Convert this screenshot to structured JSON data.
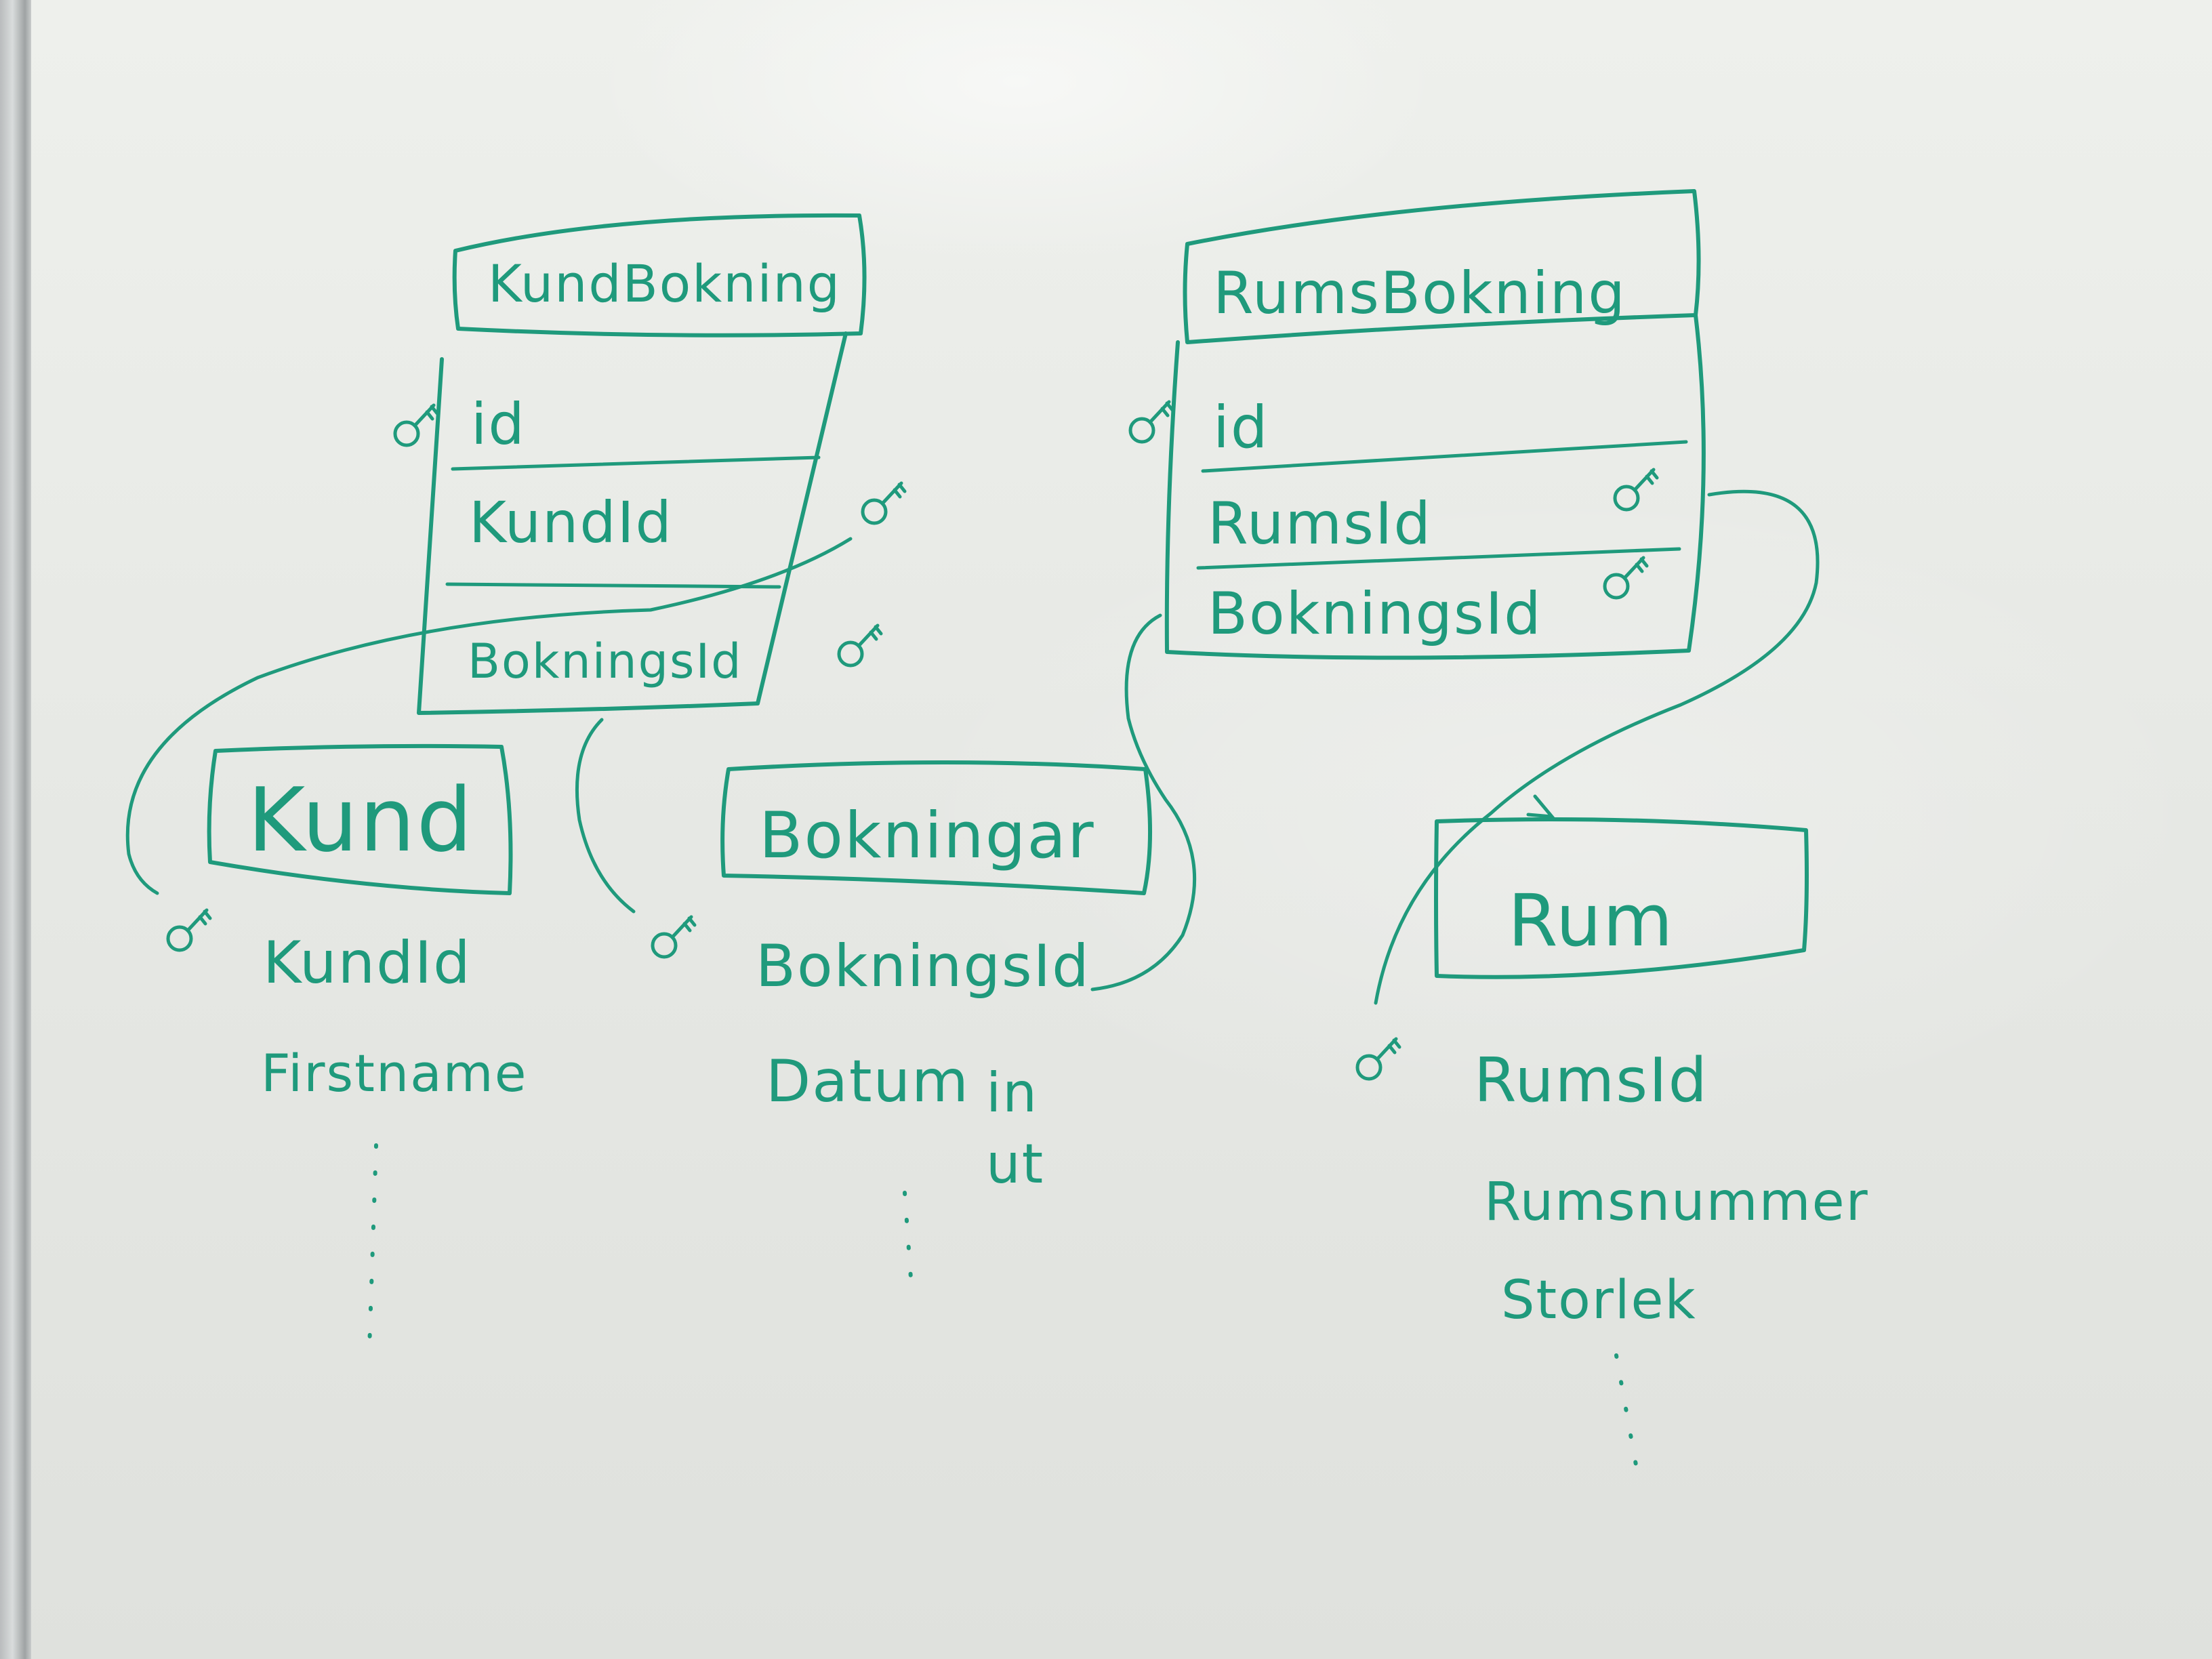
{
  "tables": {
    "kundbokning": {
      "title": "KundBokning",
      "fields": [
        "id",
        "KundId",
        "BokningsId"
      ]
    },
    "rumsbokning": {
      "title": "RumsBokning",
      "fields": [
        "id",
        "RumsId",
        "BokningsId"
      ]
    },
    "kund": {
      "title": "Kund",
      "fields": [
        "KundId",
        "Firstname"
      ]
    },
    "bokningar": {
      "title": "Bokningar",
      "fields": [
        "BokningsId",
        "Datum",
        "in",
        "ut"
      ]
    },
    "rum": {
      "title": "Rum",
      "fields": [
        "RumsId",
        "Rumsnummer",
        "Storlek"
      ]
    }
  },
  "key_icon": "key-icon",
  "ink_color": "#1f9a7c"
}
